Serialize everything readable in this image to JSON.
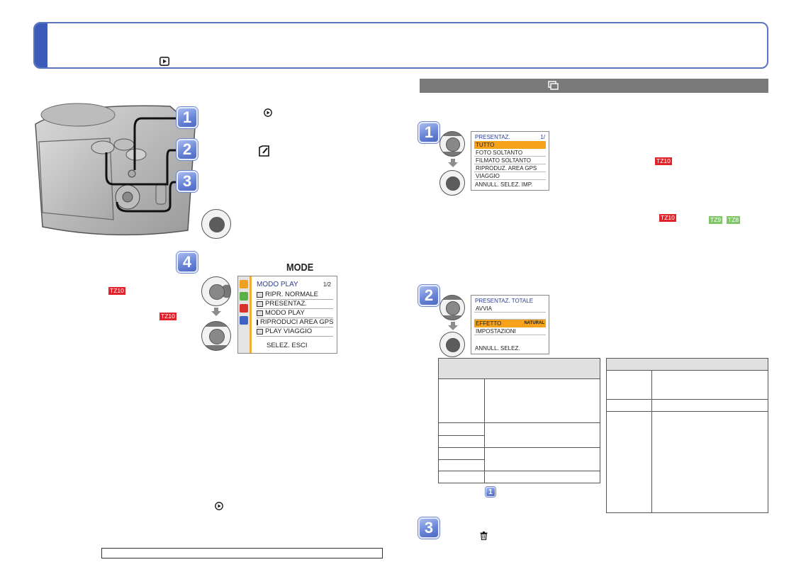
{
  "left_steps": [
    "1",
    "2",
    "3",
    "4"
  ],
  "right_steps": [
    "1",
    "2",
    "3"
  ],
  "inline_step": "1",
  "mode_button_label": "MODE",
  "badges": {
    "tz10": "TZ10",
    "tz9": "TZ9",
    "tz8": "TZ8"
  },
  "menu_screen": {
    "title": "MODO PLAY",
    "page": "1/2",
    "items": [
      "RIPR. NORMALE",
      "PRESENTAZ.",
      "MODO PLAY",
      "RIPRODUCI AREA GPS",
      "PLAY VIAGGIO"
    ],
    "footer": "SELEZ. ESCI"
  },
  "screen1": {
    "title": "PRESENTAZ.",
    "page": "1/",
    "items": [
      "TUTTO",
      "FOTO SOLTANTO",
      "FILMATO SOLTANTO",
      "RIPRODUZ. AREA GPS",
      "VIAGGIO"
    ],
    "footer": "ANNULL. SELEZ. IMP."
  },
  "screen2": {
    "title": "PRESENTAZ. TOTALE",
    "items": [
      "AVVIA",
      "",
      "EFFETTO",
      "IMPOSTAZIONI"
    ],
    "effect_value": "NATURAL",
    "footer": "ANNULL. SELEZ."
  },
  "colors": {
    "banner_border": "#5a74c4",
    "banner_accent": "#3b5bb8",
    "step_blue": "#6a86d8",
    "section_bar": "#7a7a7a",
    "highlight_orange": "#f7a21b",
    "badge_red": "#e0232b",
    "badge_green": "#7fc769"
  }
}
